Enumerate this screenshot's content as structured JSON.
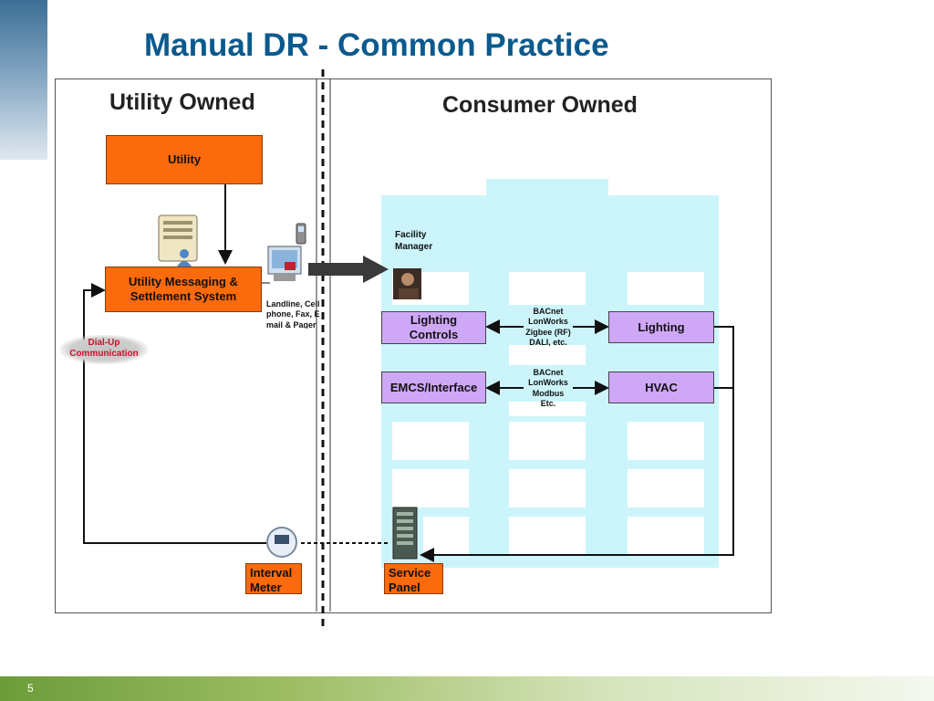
{
  "slide": {
    "title": "Manual DR - Common Practice",
    "page_number": "5"
  },
  "diagram": {
    "left_title": "Utility Owned",
    "right_title": "Consumer Owned",
    "nodes": {
      "utility": "Utility",
      "messaging": "Utility Messaging & Settlement System",
      "landline_text": "Landline, Cell phone, Fax, E mail & Pager",
      "facility_manager": "Facility\nManager",
      "lighting_controls": "Lighting Controls",
      "lighting": "Lighting",
      "emcs": "EMCS/Interface",
      "hvac": "HVAC",
      "interval_meter": "Interval Meter",
      "service_panel": "Service Panel",
      "dialup": "Dial-Up\nCommunication"
    },
    "protocols": {
      "lighting": "BACnet\nLonWorks\nZigbee (RF)\nDALI, etc.",
      "hvac": "BACnet\nLonWorks\nModbus\nEtc."
    },
    "icons": [
      "server-icon",
      "user-icon",
      "computer-icon",
      "cell-phone-icon",
      "person-photo-icon",
      "meter-icon",
      "panel-icon"
    ],
    "colors": {
      "title": "#0b5a8e",
      "orange_box": "#fb6a0c",
      "purple_box": "#cfa7f7",
      "building": "#ccf5fb",
      "dialup_text": "#c0172b"
    }
  }
}
